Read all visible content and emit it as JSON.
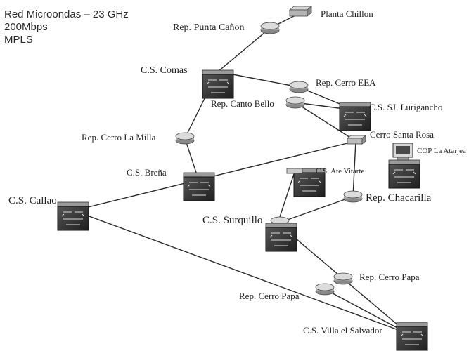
{
  "header": {
    "line1": "Red Microondas – 23 GHz",
    "line2": "200Mbps",
    "line3": "MPLS"
  },
  "nodes": {
    "planta_chillon": "Planta Chillon",
    "rep_punta_canon": "Rep. Punta Cañon",
    "cs_comas": "C.S. Comas",
    "rep_cerro_eea": "Rep. Cerro EEA",
    "rep_canto_bello": "Rep. Canto Bello",
    "cs_sj_lurigancho": "C.S. SJ. Lurigancho",
    "cerro_santa_rosa": "Cerro Santa Rosa",
    "cop_la_atarjea": "COP La Atarjea",
    "rep_cerro_la_milla": "Rep. Cerro La Milla",
    "cs_brena": "C.S. Breña",
    "cs_ate_vitarte": "C.S. Ate Vitarte",
    "rep_chacarilla": "Rep. Chacarilla",
    "cs_callao": "C.S. Callao",
    "cs_surquillo": "C.S. Surquillo",
    "rep_cerro_papa_1": "Rep. Cerro Papa",
    "rep_cerro_papa_2": "Rep. Cerro Papa",
    "cs_villa_el_salvador": "C.S. Villa el Salvador"
  },
  "colors": {
    "router_body": "#3a3a3a",
    "router_top": "#8a8a8a",
    "link": "#2b2b2b",
    "repeater": "#b8b8b8"
  },
  "icons": {
    "router": "router-icon",
    "repeater": "repeater-disc-icon",
    "plant": "plant-device-icon",
    "workstation": "workstation-icon"
  }
}
